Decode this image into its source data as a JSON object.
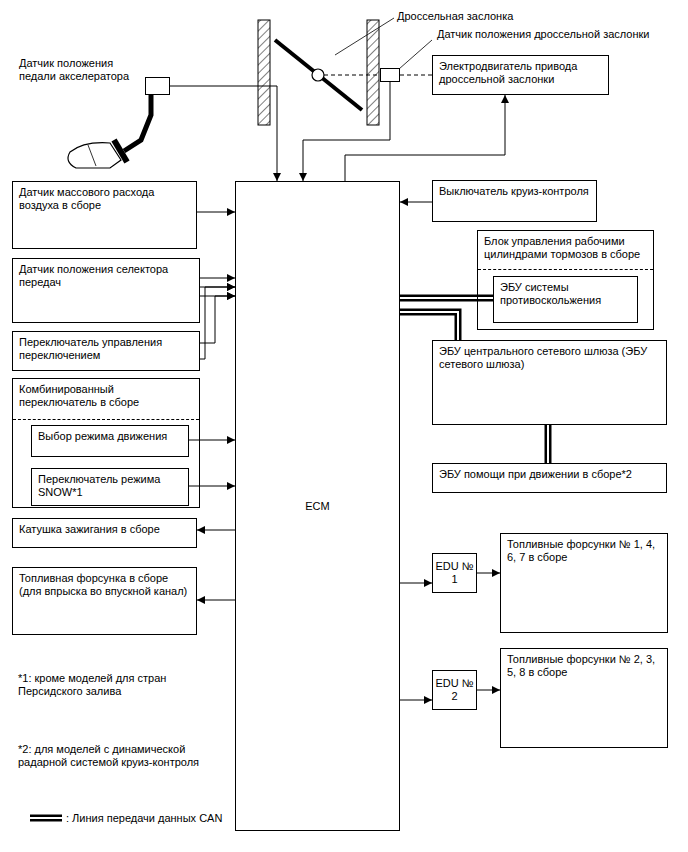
{
  "diagram": {
    "nodes": [
      {
        "text": [
          "Датчик положения педали акселератора"
        ]
      },
      {
        "text": [
          "Датчик положения дроссельной заслонки"
        ]
      },
      {
        "text": [
          "Электродвигатель привода дроссельной заслонки"
        ]
      },
      {
        "text": [
          "ECM"
        ]
      },
      {
        "text": [
          "Датчик массового расхода воздуха в сборе"
        ]
      },
      {
        "text": [
          "Выключатель круиз-контроля"
        ]
      },
      {
        "text": [
          "Датчик положения селектора передач"
        ]
      },
      {
        "text": [
          "Блок управления рабочими цилиндрами тормозов в сборе"
        ]
      },
      {
        "text": [
          "ЭБУ системы противоскольжения"
        ],
        "in": 7
      },
      {
        "text": [
          "Переключатель управления переключением"
        ]
      },
      {
        "text": [
          "ЭБУ центрального сетевого шлюза (ЭБУ сетевого шлюза)"
        ]
      },
      {
        "text": [
          "Комбинированный переключатель в сборе"
        ]
      },
      {
        "text": [
          "Выбор режима движения"
        ],
        "in": 11
      },
      {
        "text": [
          "Переключатель режима SNOW*1"
        ],
        "in": 11
      },
      {
        "text": [
          "ЭБУ помощи при движении в сборе*2"
        ]
      },
      {
        "text": [
          "Катушка зажигания в сборе"
        ]
      },
      {
        "text": [
          "Топливная форсунка в сборе (для впрыска во впускной канал)"
        ]
      },
      {
        "text": [
          "EDU № 1"
        ]
      },
      {
        "text": [
          "Топливные форсунки № 1, 4, 6, 7 в сборе"
        ]
      },
      {
        "text": [
          "EDU № 2"
        ]
      },
      {
        "text": [
          "Топливные форсунки № 2, 3, 5, 8 в сборе"
        ]
      }
    ],
    "edges": [
      {
        "from": 0,
        "to": 3,
        "arrow": "to"
      },
      {
        "from": 1,
        "to": 3,
        "arrow": "to"
      },
      {
        "from": 3,
        "to": 2,
        "arrow": "to"
      },
      {
        "from": 4,
        "to": 3,
        "arrow": "to"
      },
      {
        "from": 5,
        "to": 3,
        "arrow": "to"
      },
      {
        "from": 6,
        "to": 3,
        "arrow": "to"
      },
      {
        "from": 6,
        "to": 3,
        "arrow": "to"
      },
      {
        "from": 6,
        "to": 3,
        "arrow": "to"
      },
      {
        "from": 9,
        "to": 3,
        "arrow": "to"
      },
      {
        "from": 9,
        "to": 3,
        "arrow": "to"
      },
      {
        "from": 3,
        "to": 8,
        "arrow": "none"
      },
      {
        "from": 3,
        "to": 10,
        "arrow": "none"
      },
      {
        "from": 10,
        "to": 14,
        "arrow": "none"
      },
      {
        "from": 12,
        "to": 3,
        "arrow": "to"
      },
      {
        "from": 13,
        "to": 3,
        "arrow": "to"
      },
      {
        "from": 3,
        "to": 15,
        "arrow": "to"
      },
      {
        "from": 3,
        "to": 16,
        "arrow": "to"
      },
      {
        "from": 3,
        "to": 17,
        "arrow": "to"
      },
      {
        "from": 17,
        "to": 18,
        "arrow": "to"
      },
      {
        "from": 3,
        "to": 19,
        "arrow": "to"
      },
      {
        "from": 19,
        "to": 20,
        "arrow": "to"
      }
    ],
    "labels": [
      "Дроссельная заслонка",
      "*1: кроме моделей для стран Персидского залива",
      "*2: для моделей с динамической радарной системой круиз-контроля"
    ],
    "legend": [
      {
        "text": ": Линия передачи данных CAN"
      }
    ]
  }
}
